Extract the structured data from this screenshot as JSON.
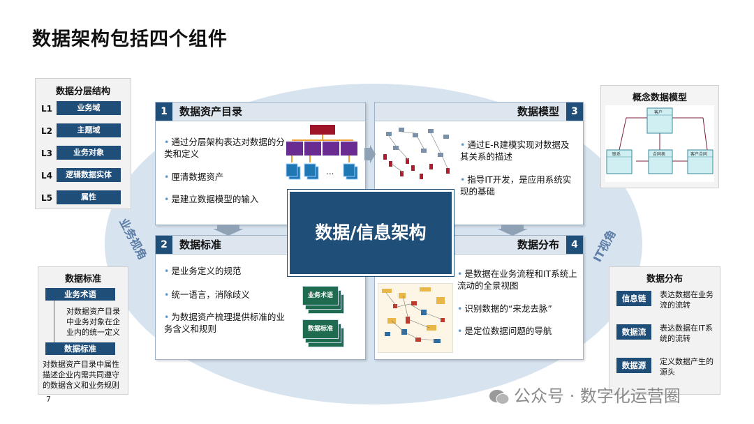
{
  "title": "数据架构包括四个组件",
  "center_label": "数据/信息架构",
  "perspective_business": "业务视角",
  "perspective_it": "IT视角",
  "panels": [
    {
      "num": "1",
      "title": "数据资产目录",
      "bullets": [
        "通过分层架构表达对数据的分类和定义",
        "厘清数据资产",
        "是建立数据模型的输入"
      ]
    },
    {
      "num": "2",
      "title": "数据标准",
      "bullets": [
        "是业务定义的规范",
        "统一语言，消除歧义",
        "为数据资产梳理提供标准的业务含义和规则"
      ]
    },
    {
      "num": "3",
      "title": "数据模型",
      "bullets": [
        "通过E-R建模实现对数据及其关系的描述",
        "指导IT开发，是应用系统实现的基础"
      ]
    },
    {
      "num": "4",
      "title": "数据分布",
      "bullets": [
        "是数据在业务流程和IT系统上流动的全景视图",
        "识别数据的“来龙去脉”",
        "是定位数据问题的导航"
      ]
    }
  ],
  "panel1_icon_dots": "...",
  "panel2_cards": [
    "业务术语",
    "数据标准"
  ],
  "layer_box": {
    "title": "数据分层结构",
    "levels": [
      {
        "code": "L1",
        "name": "业务域"
      },
      {
        "code": "L2",
        "name": "主题域"
      },
      {
        "code": "L3",
        "name": "业务对象"
      },
      {
        "code": "L4",
        "name": "逻辑数据实体"
      },
      {
        "code": "L5",
        "name": "属性"
      }
    ]
  },
  "standard_box": {
    "title": "数据标准",
    "term_label": "业务术语",
    "term_desc": "对数据资产目录中业务对象在企业内的统一定义",
    "std_label": "数据标准",
    "std_desc": "对数据资产目录中属性描述企业内需共同遵守的数据含义和业务规则"
  },
  "concept_box": {
    "title": "概念数据模型",
    "entities": [
      "客户",
      "联系",
      "合同表",
      "客户合同"
    ]
  },
  "distribution_box": {
    "title": "数据分布",
    "items": [
      {
        "label": "信息链",
        "desc": "表达数据在业务流的流转"
      },
      {
        "label": "数据流",
        "desc": "表达数据在IT系统的流转"
      },
      {
        "label": "数据源",
        "desc": "定义数据产生的源头"
      }
    ]
  },
  "watermark": "公众号 · 数字化运营圈",
  "page_number": "7",
  "colors": {
    "primary": "#1f4e79",
    "ellipse": "#d7e3ef",
    "accent": "#5b9bd5",
    "model_entity": "#cfeff2"
  }
}
